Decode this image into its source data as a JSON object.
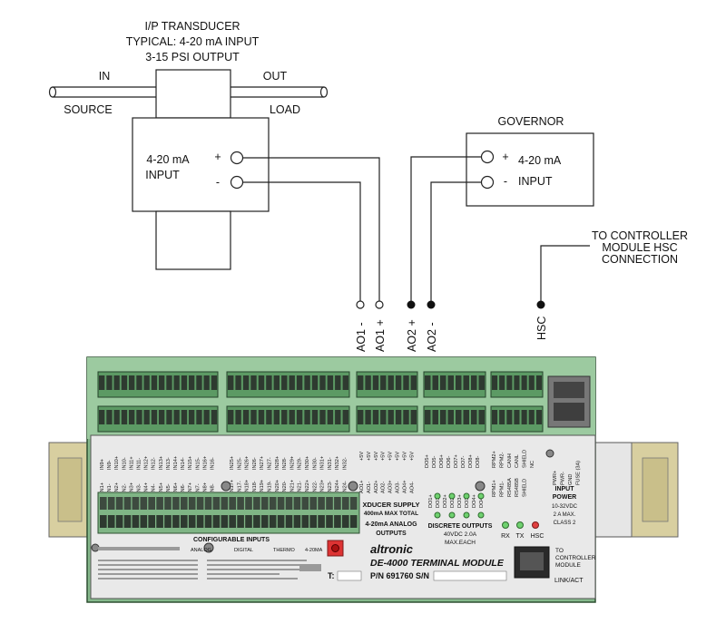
{
  "transducer": {
    "title_lines": [
      "I/P TRANSDUCER",
      "TYPICAL: 4-20 mA INPUT",
      "3-15 PSI OUTPUT"
    ],
    "in_label": "IN",
    "out_label": "OUT",
    "source_label": "SOURCE",
    "load_label": "LOAD",
    "input_lines": [
      "4-20 mA",
      "INPUT"
    ],
    "plus": "+",
    "minus": "-"
  },
  "governor": {
    "title": "GOVERNOR",
    "line1": "4-20 mA",
    "line2": "INPUT",
    "plus": "+",
    "minus": "-"
  },
  "controller_note": [
    "TO CONTROLLER",
    "MODULE HSC",
    "CONNECTION"
  ],
  "terminals": {
    "ao1_minus": "AO1 -",
    "ao1_plus": "AO1 +",
    "ao2_plus": "AO2 +",
    "ao2_minus": "AO2 -",
    "hsc": "HSC"
  },
  "module": {
    "brand": "altronic",
    "model": "DE-4000 TERMINAL MODULE",
    "pn": "P/N 691760  S/N",
    "t_label": "T:",
    "configurable_inputs": "CONFIGURABLE INPUTS",
    "xducer_lines": [
      "XDUCER SUPPLY",
      "400mA MAX TOTAL"
    ],
    "analog_out_lines": [
      "4-20mA ANALOG",
      "OUTPUTS"
    ],
    "discrete_lines": [
      "DISCRETE OUTPUTS",
      "40VDC  2.0A",
      "MAX.EACH"
    ],
    "input_power_lines": [
      "INPUT",
      "POWER",
      "10-32VDC",
      "2 A MAX.",
      "CLASS 2"
    ],
    "rx": "RX",
    "tx": "TX",
    "hsc_led": "HSC",
    "to_controller_lines": [
      "TO",
      "CONTROLLER",
      "MODULE"
    ],
    "link_act": "LINK/ACT",
    "mode_labels": [
      "ANALOG",
      "DIGITAL",
      "THERMO",
      "4-20MA"
    ],
    "top_labels_a": [
      "IN9+",
      "IN9-",
      "IN10+",
      "IN10-",
      "IN11+",
      "IN11-",
      "IN12+",
      "IN12-",
      "IN13+",
      "IN13-",
      "IN14+",
      "IN14-",
      "IN15+",
      "IN15-",
      "IN16+",
      "IN16-"
    ],
    "top_labels_b": [
      "IN25+",
      "IN25-",
      "IN26+",
      "IN26-",
      "IN27+",
      "IN27-",
      "IN28+",
      "IN28-",
      "IN29+",
      "IN29-",
      "IN30+",
      "IN30-",
      "IN31+",
      "IN31-",
      "IN32+",
      "IN32-"
    ],
    "top_labels_c": [
      "+5V",
      "+5V",
      "+5V",
      "+5V",
      "+5V",
      "+5V",
      "+5V",
      "+5V"
    ],
    "top_labels_d": [
      "DO5+",
      "DO5-",
      "DO6+",
      "DO6-",
      "DO7+",
      "DO7-",
      "DO8+",
      "DO8-"
    ],
    "top_labels_e": [
      "RPM2+",
      "RPM2-",
      "CANH",
      "CANL",
      "SHIELD",
      "NC"
    ],
    "bot_labels_a": [
      "IN1+",
      "IN1-",
      "IN2+",
      "IN2-",
      "IN3+",
      "IN3-",
      "IN4+",
      "IN4-",
      "IN5+",
      "IN5-",
      "IN6+",
      "IN6-",
      "IN7+",
      "IN7-",
      "IN8+",
      "IN8-"
    ],
    "bot_labels_b": [
      "IN17+",
      "IN17-",
      "IN18+",
      "IN18-",
      "IN19+",
      "IN19-",
      "IN20+",
      "IN20-",
      "IN21+",
      "IN21-",
      "IN22+",
      "IN22-",
      "IN23+",
      "IN23-",
      "IN24+",
      "IN24-"
    ],
    "bot_labels_c": [
      "AO1+",
      "AO1-",
      "AO2+",
      "AO2-",
      "AO3+",
      "AO3-",
      "AO4+",
      "AO4-"
    ],
    "bot_labels_d": [
      "DO1+",
      "DO1-",
      "DO2+",
      "DO2-",
      "DO3+",
      "DO3-",
      "DO4+",
      "DO4-"
    ],
    "bot_labels_e": [
      "RPM1+",
      "RPM1-",
      "RS485A",
      "RS485B",
      "SHIELD"
    ],
    "power_labels": [
      "PWR+",
      "PWR-",
      "GND",
      "FUSE (3A)"
    ]
  }
}
